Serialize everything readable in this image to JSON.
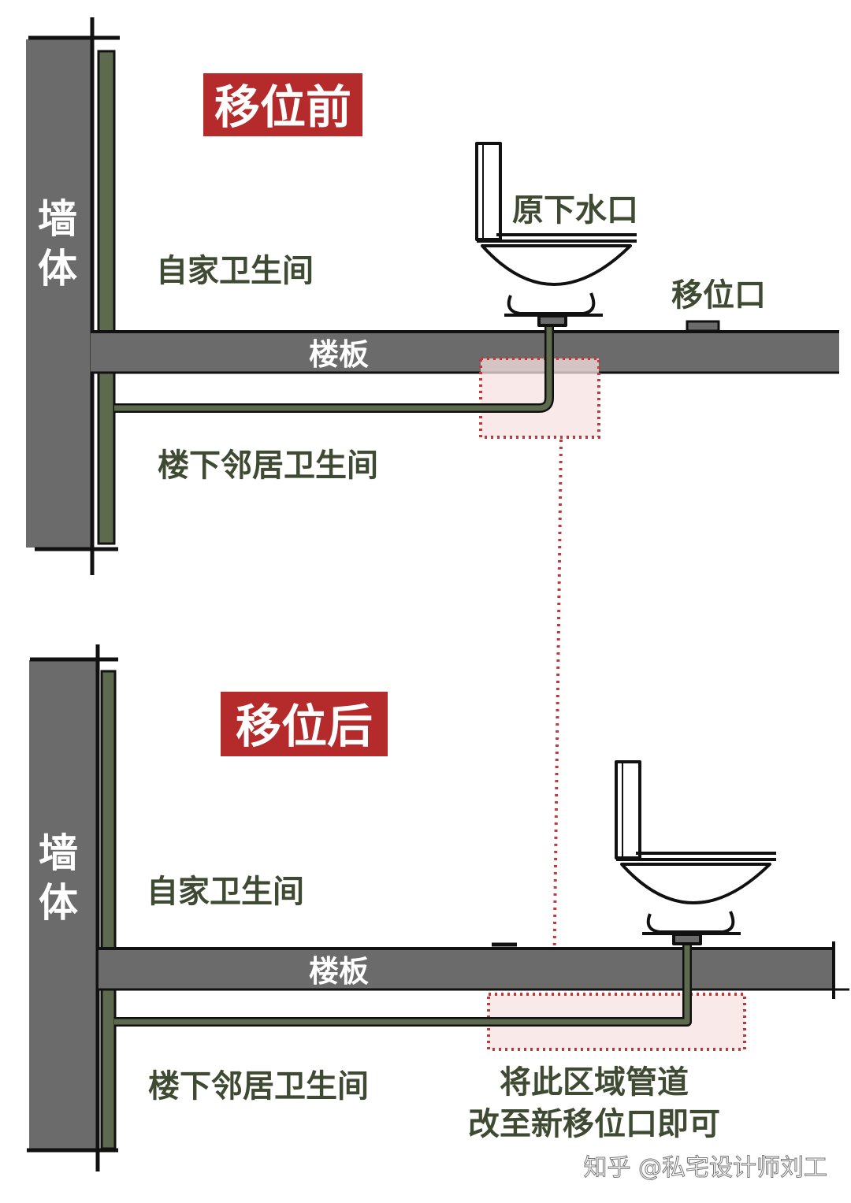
{
  "top_panel": {
    "title": "移位前",
    "wall_label_line1": "墙",
    "wall_label_line2": "体",
    "own_bathroom": "自家卫生间",
    "original_drain": "原下水口",
    "relocated_outlet": "移位口",
    "floor_slab": "楼板",
    "neighbor_bathroom": "楼下邻居卫生间"
  },
  "bottom_panel": {
    "title": "移位后",
    "wall_label_line1": "墙",
    "wall_label_line2": "体",
    "own_bathroom": "自家卫生间",
    "floor_slab": "楼板",
    "neighbor_bathroom": "楼下邻居卫生间",
    "note_line1": "将此区域管道",
    "note_line2": "改至新移位口即可"
  },
  "watermark": "知乎 @私宅设计师刘工",
  "colors": {
    "wall": "#6b6b6b",
    "slab": "#6b6b6b",
    "pipe": "#5d6a4e",
    "title_badge": "#b52a2b",
    "label_text": "#3f4a32",
    "highlight_dots": "#c0393b",
    "highlight_fill": "#f7e1e1"
  }
}
